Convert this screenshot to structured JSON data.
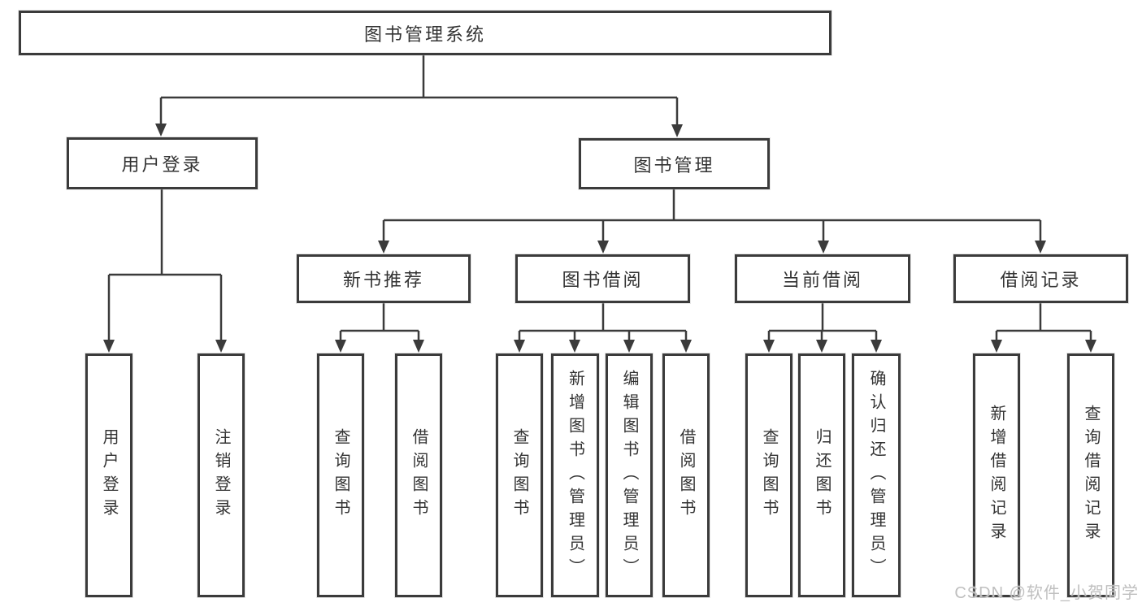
{
  "diagram": {
    "root": {
      "label": "图书管理系统"
    },
    "level2": {
      "user_login": {
        "label": "用户登录"
      },
      "book_mgmt": {
        "label": "图书管理"
      }
    },
    "level3": {
      "new_book_rec": {
        "label": "新书推荐"
      },
      "book_borrow": {
        "label": "图书借阅"
      },
      "current_borrow": {
        "label": "当前借阅"
      },
      "borrow_records": {
        "label": "借阅记录"
      }
    },
    "leaves": {
      "user_login_leaf": {
        "label": "用户登录"
      },
      "logout_leaf": {
        "label": "注销登录"
      },
      "rec_query_books": {
        "label": "查询图书"
      },
      "rec_borrow_books": {
        "label": "借阅图书"
      },
      "bb_query_books": {
        "label": "查询图书"
      },
      "bb_add_books": {
        "label": "新增图书（管理员）"
      },
      "bb_edit_books": {
        "label": "编辑图书（管理员）"
      },
      "bb_borrow_books": {
        "label": "借阅图书"
      },
      "cb_query_books": {
        "label": "查询图书"
      },
      "cb_return_books": {
        "label": "归还图书"
      },
      "cb_confirm_return": {
        "label": "确认归还（管理员）"
      },
      "br_add_record": {
        "label": "新增借阅记录"
      },
      "br_query_record": {
        "label": "查询借阅记录"
      }
    }
  },
  "watermark": {
    "text": "CSDN @软件_小贺同学"
  },
  "colors": {
    "line": "#3b3b3b",
    "text": "#333333",
    "watermark": "#bfbfbf",
    "background": "#ffffff"
  }
}
